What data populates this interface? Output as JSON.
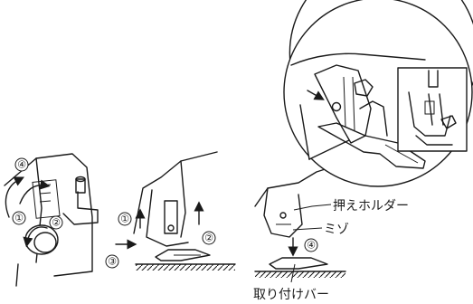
{
  "labels": {
    "presser_holder": "押えホルダー",
    "groove": "ミゾ",
    "attach_bar": "取り付けバー"
  },
  "steps": {
    "s1": "①",
    "s2": "②",
    "s3": "③",
    "s4": "④"
  },
  "colors": {
    "line": "#1a1a1a",
    "background": "#ffffff"
  }
}
